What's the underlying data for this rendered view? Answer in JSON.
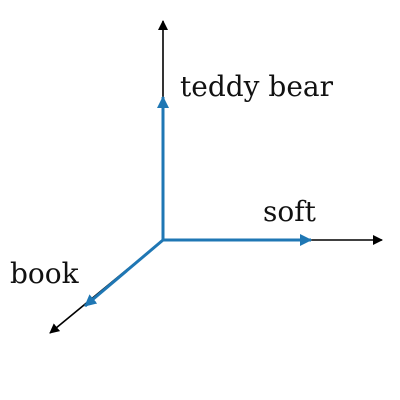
{
  "labels": {
    "y": "teddy bear",
    "x": "soft",
    "z": "book"
  },
  "colors": {
    "axis": "#000000",
    "vector": "#1f77b4"
  }
}
